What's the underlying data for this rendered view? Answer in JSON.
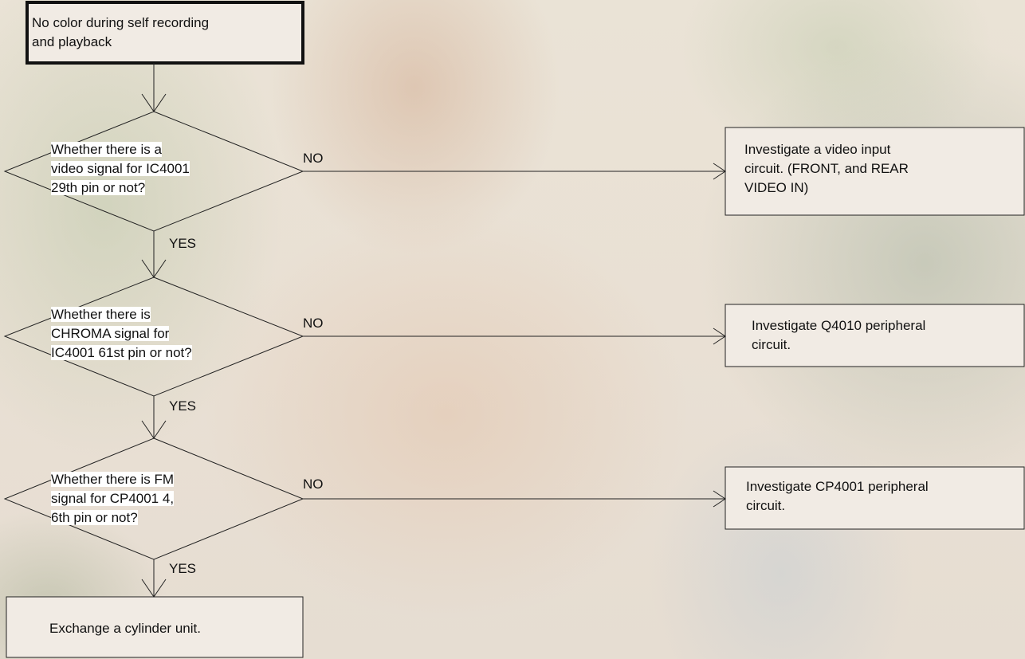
{
  "start": {
    "lines": [
      "No color during self recording",
      "and playback"
    ]
  },
  "decisions": [
    {
      "lines": [
        "Whether there is a",
        "video signal for IC4001",
        "29th pin or not?"
      ]
    },
    {
      "lines": [
        "Whether there is",
        "CHROMA signal for",
        "IC4001 61st pin or not?"
      ]
    },
    {
      "lines": [
        "Whether there is FM",
        "signal for CP4001 4,",
        "6th pin or not?"
      ]
    }
  ],
  "actions": [
    {
      "lines": [
        "Investigate a video input",
        "circuit. (FRONT, and REAR",
        "VIDEO IN)"
      ]
    },
    {
      "lines": [
        "Investigate Q4010 peripheral",
        "circuit."
      ]
    },
    {
      "lines": [
        "Investigate CP4001 peripheral",
        "circuit."
      ]
    }
  ],
  "end": {
    "lines": [
      "Exchange a cylinder unit."
    ]
  },
  "labels": {
    "no": "NO",
    "yes": "YES"
  },
  "colors": {
    "line": "#222222",
    "box_fill": "#f1ebe4",
    "highlight": "#ffffff"
  }
}
